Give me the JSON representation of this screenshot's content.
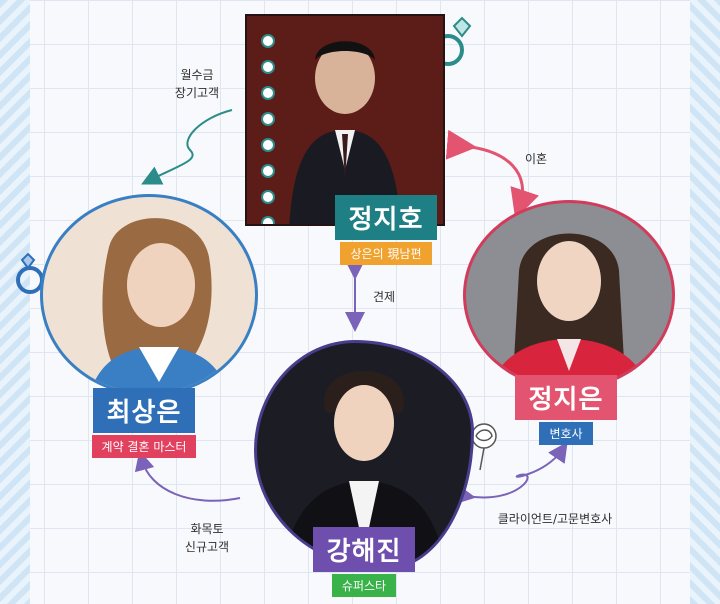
{
  "colors": {
    "teal": "#1e7f84",
    "orange": "#f1a12e",
    "blue": "#2f6fb7",
    "red": "#e2405f",
    "pink": "#e25470",
    "purple": "#6e4fae",
    "green": "#39b24a"
  },
  "characters": {
    "jiho": {
      "name": "정지호",
      "role": "상은의 現남편"
    },
    "sangeun": {
      "name": "최상은",
      "role": "계약 결혼 마스터"
    },
    "jieun": {
      "name": "정지은",
      "role": "변호사"
    },
    "haejin": {
      "name": "강해진",
      "role": "슈퍼스타"
    }
  },
  "relations": {
    "jiho_to_sangeun": "월수금\n장기고객",
    "jiho_jieun": "이혼",
    "jiho_haejin": "견제",
    "haejin_to_sangeun": "화목토\n신규고객",
    "haejin_jieun": "클라이언트/고문변호사"
  },
  "icons": [
    "ring-icon",
    "ring-icon",
    "rose-icon"
  ]
}
